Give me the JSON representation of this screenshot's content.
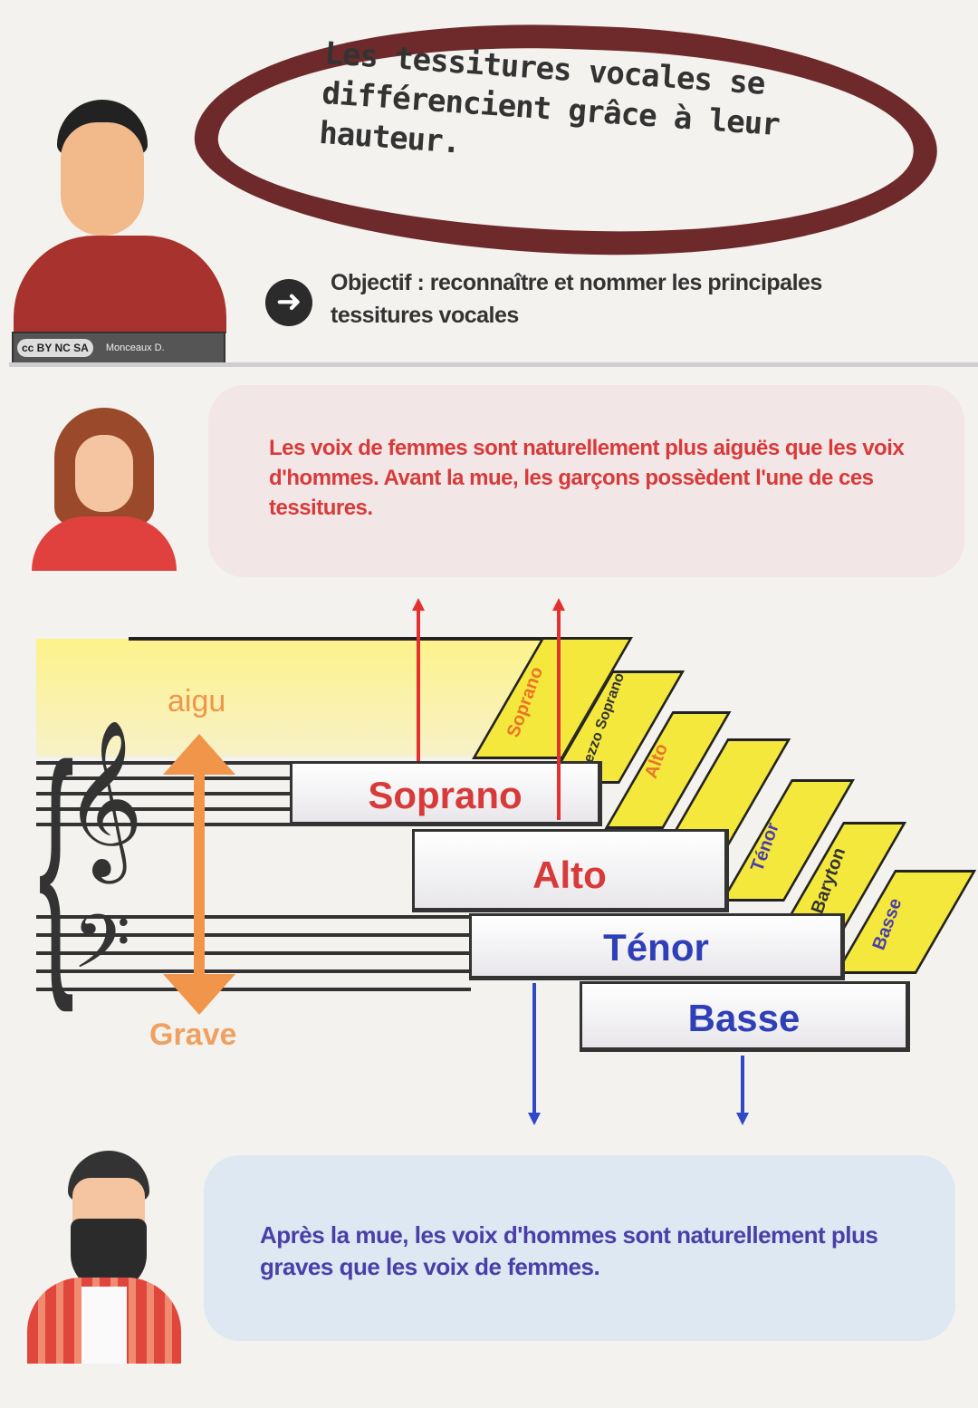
{
  "header": {
    "title": "Les tessitures vocales se différencient grâce à leur hauteur.",
    "objective": "Objectif : reconnaître et nommer les principales tessitures vocales",
    "license": {
      "badge": "cc BY NC SA",
      "author": "Monceaux D."
    }
  },
  "women": {
    "text": "Les voix de femmes sont naturellement plus aiguës que les voix d'hommes. Avant la mue, les garçons possèdent l'une de ces tessitures."
  },
  "diagram": {
    "high_label": "aigu",
    "low_label": "Grave",
    "bars": [
      {
        "label": "Soprano",
        "color": "#d83a3a"
      },
      {
        "label": "Alto",
        "color": "#d83a3a"
      },
      {
        "label": "Ténor",
        "color": "#2f3fb8"
      },
      {
        "label": "Basse",
        "color": "#2f3fb8"
      }
    ],
    "steps": [
      {
        "label": "Soprano",
        "color": "#e8752a"
      },
      {
        "label": "Mezzo Soprano",
        "color": "#333333"
      },
      {
        "label": "Alto",
        "color": "#e8752a"
      },
      {
        "label": "",
        "color": "#333333"
      },
      {
        "label": "Ténor",
        "color": "#4a3fa8"
      },
      {
        "label": "Baryton",
        "color": "#333333"
      },
      {
        "label": "Basse",
        "color": "#4a3fa8"
      }
    ]
  },
  "men": {
    "text": "Après la mue, les voix d'hommes sont naturellement plus graves que les voix de femmes."
  }
}
